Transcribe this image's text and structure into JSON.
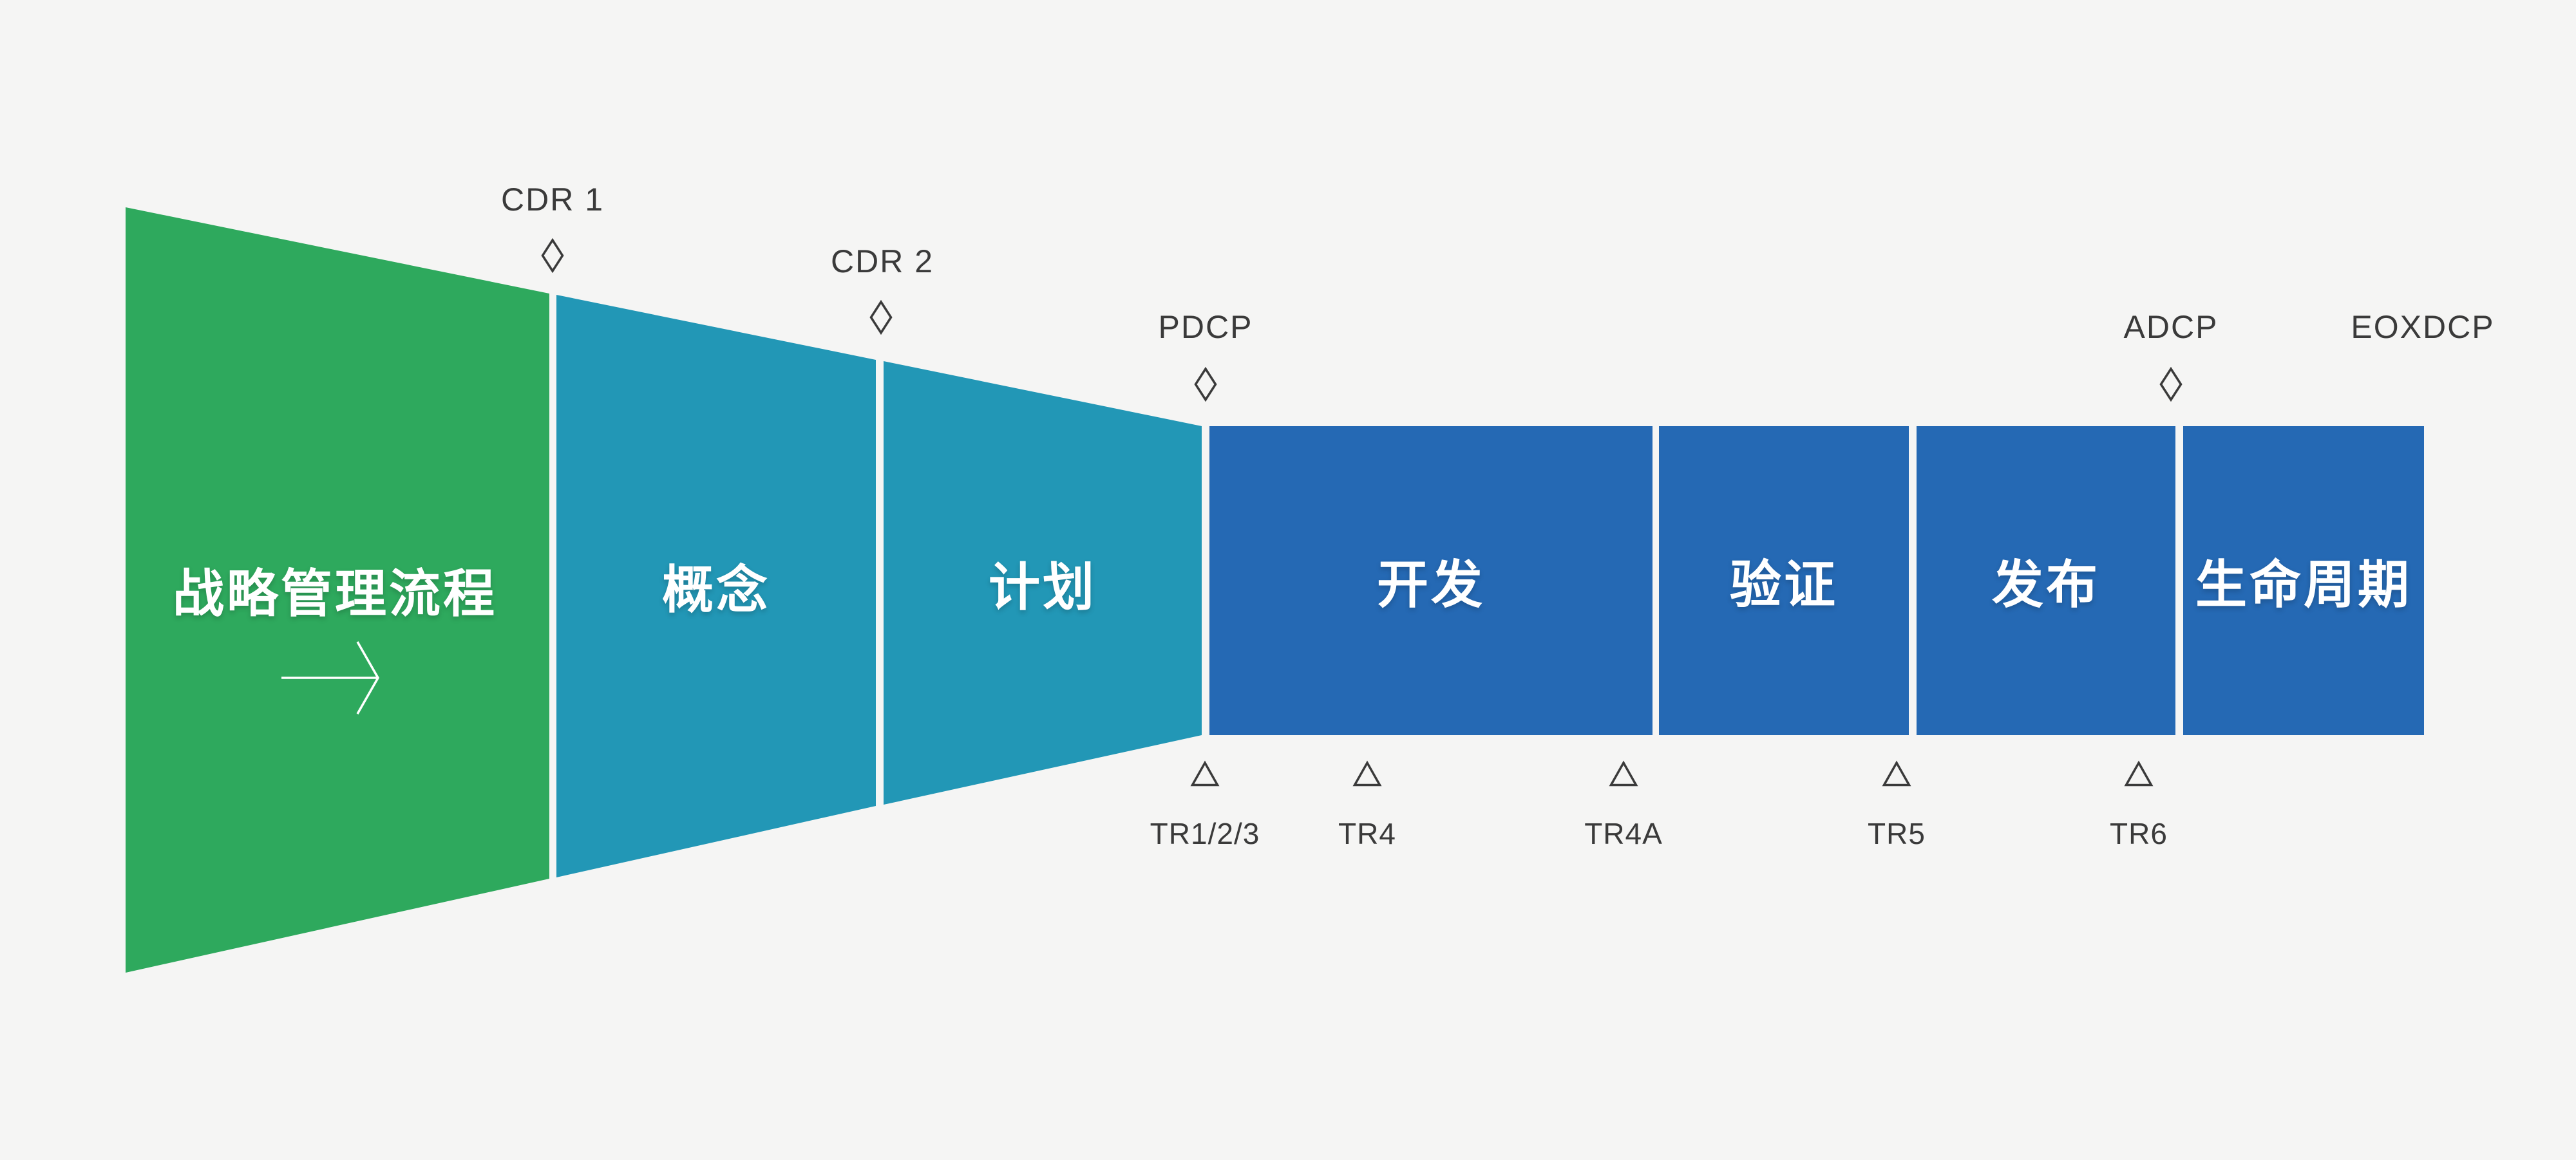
{
  "colors": {
    "background": "#F5F5F4",
    "strategy_green": "#2EA95D",
    "funnel_teal": "#2297B6",
    "stage_blue": "#2569B4",
    "marker_dark": "#3A3A3A",
    "stage_text": "#FFFFFF"
  },
  "strategy": {
    "label": "战略管理流程",
    "arrow_icon": "right-arrow"
  },
  "stages": [
    {
      "label": "概念"
    },
    {
      "label": "计划"
    },
    {
      "label": "开发"
    },
    {
      "label": "验证"
    },
    {
      "label": "发布"
    },
    {
      "label": "生命周期"
    }
  ],
  "milestones": [
    {
      "label": "CDR 1",
      "icon": "diamond-outline"
    },
    {
      "label": "CDR 2",
      "icon": "diamond-outline"
    },
    {
      "label": "PDCP",
      "icon": "diamond-outline"
    },
    {
      "label": "ADCP",
      "icon": "diamond-outline"
    },
    {
      "label": "EOXDCP",
      "icon": "none"
    }
  ],
  "tech_reviews": [
    {
      "label": "TR1/2/3",
      "icon": "triangle-outline"
    },
    {
      "label": "TR4",
      "icon": "triangle-outline"
    },
    {
      "label": "TR4A",
      "icon": "triangle-outline"
    },
    {
      "label": "TR5",
      "icon": "triangle-outline"
    },
    {
      "label": "TR6",
      "icon": "triangle-outline"
    }
  ]
}
